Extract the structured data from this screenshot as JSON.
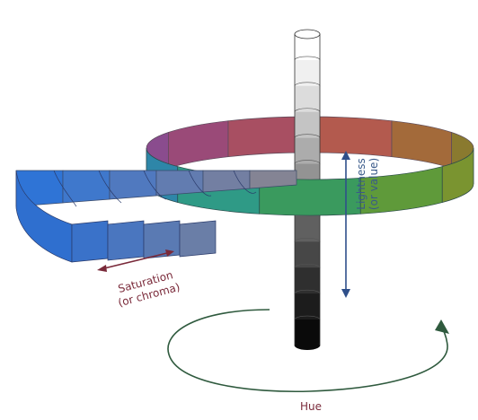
{
  "diagram": {
    "labels": {
      "lightness_line1": "Lightness",
      "lightness_line2": "(or value)",
      "saturation_line1": "Saturation",
      "saturation_line2": "(or chroma)",
      "hue": "Hue"
    },
    "colors": {
      "lightness_label": "#3a5a8a",
      "saturation_label": "#7a2a3a",
      "hue_label": "#7a2a3a",
      "hue_arrow": "#2f5a3e",
      "saturation_arrow": "#7a2a3a",
      "lightness_arrow": "#2f4f8a"
    },
    "column_shades": [
      "#ffffff",
      "#f0f0f0",
      "#dcdcdc",
      "#c4c4c4",
      "#acacac",
      "#939393",
      "#7a7a7a",
      "#606060",
      "#474747",
      "#2f2f2f",
      "#1c1c1c",
      "#0a0a0a"
    ],
    "ring_front_colors": [
      "#2e86a8",
      "#2f9a86",
      "#3a9a5e",
      "#5f9a3a",
      "#7a9430"
    ],
    "ring_back_colors": [
      "#8a4c8e",
      "#9a4a78",
      "#a84f62",
      "#b35a4e",
      "#a36a3a",
      "#8a7a2f"
    ],
    "wedge_shades": [
      "#2f74d6",
      "#3f78cc",
      "#5079bf",
      "#627cb0",
      "#737fa2",
      "#848494"
    ]
  }
}
